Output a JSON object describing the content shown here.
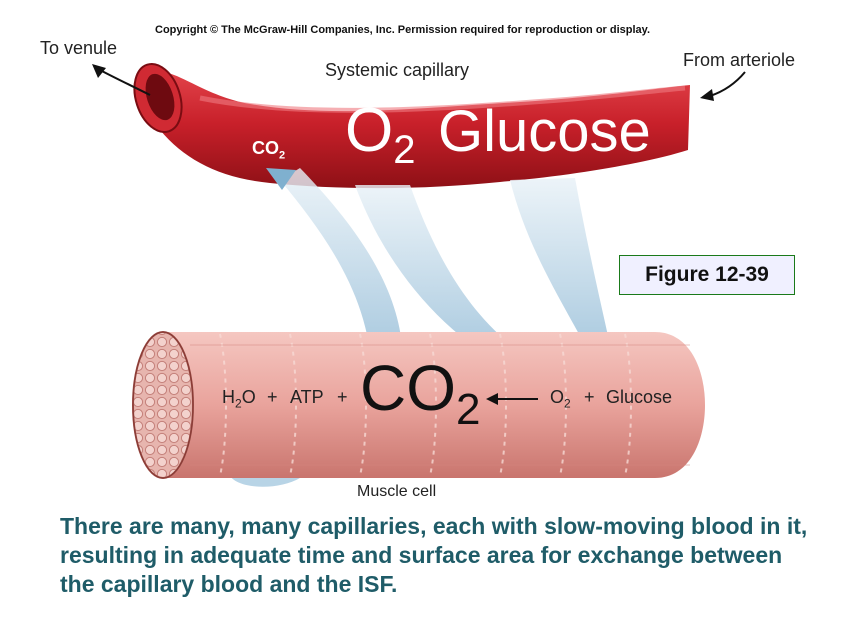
{
  "copyright": "Copyright © The McGraw-Hill Companies, Inc. Permission required for reproduction or display.",
  "labels": {
    "to_venule": "To venule",
    "from_arteriole": "From arteriole",
    "systemic_capillary": "Systemic capillary",
    "muscle_cell": "Muscle cell"
  },
  "capillary_text": {
    "o2": "O",
    "o2_sub": "2",
    "glucose": "Glucose",
    "co2": "CO",
    "co2_sub": "2"
  },
  "equation": {
    "h2o": "H",
    "h2o_sub": "2",
    "h2o_end": "O",
    "plus": "+",
    "atp": "ATP",
    "co2": "CO",
    "co2_sub": "2",
    "o2": "O",
    "o2_sub": "2",
    "glucose": "Glucose"
  },
  "figure_label": "Figure 12-39",
  "caption": "There are many, many capillaries, each with slow-moving blood in it, resulting in adequate time and surface area for exchange between the capillary blood and the ISF.",
  "colors": {
    "capillary": "#c8202a",
    "capillary_dark": "#8e1016",
    "muscle": "#e9a39c",
    "muscle_band": "#d98a83",
    "flow_arrow": "#9cc3dc",
    "caption_text": "#1f5c68",
    "figure_border": "#1a7a1a"
  }
}
